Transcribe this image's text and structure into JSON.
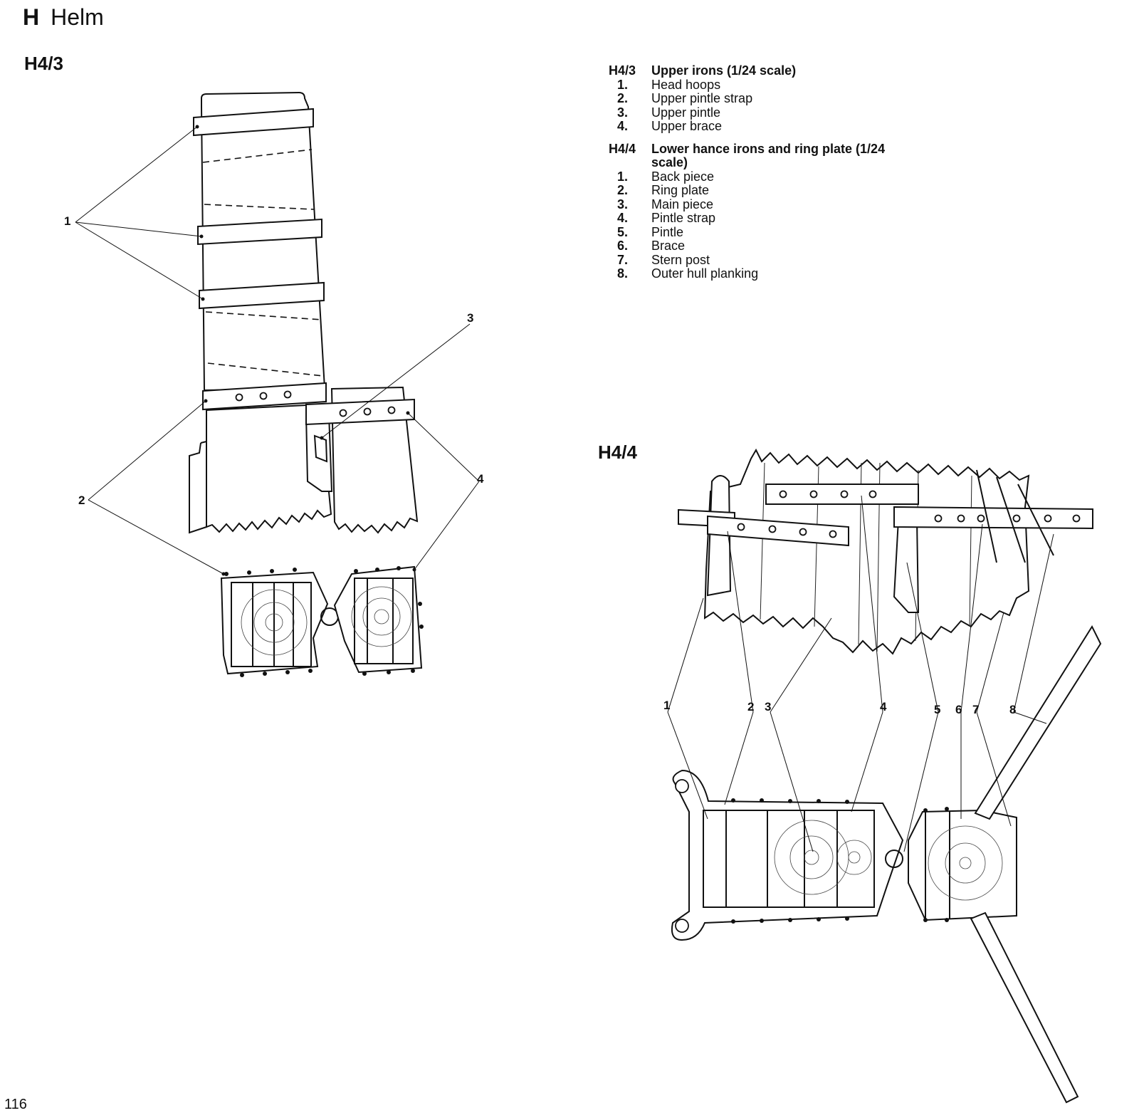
{
  "header": {
    "letter": "H",
    "title": "Helm"
  },
  "figures": {
    "h43": {
      "label": "H4/3",
      "callouts": [
        "1",
        "2",
        "3",
        "4"
      ]
    },
    "h44": {
      "label": "H4/4",
      "callouts": [
        "1",
        "2",
        "3",
        "4",
        "5",
        "6",
        "7",
        "8"
      ]
    }
  },
  "legend": [
    {
      "code": "H4/3",
      "title": "Upper irons (1/24 scale)",
      "items": [
        {
          "num": "1.",
          "label": "Head hoops"
        },
        {
          "num": "2.",
          "label": "Upper pintle strap"
        },
        {
          "num": "3.",
          "label": "Upper pintle"
        },
        {
          "num": "4.",
          "label": "Upper brace"
        }
      ]
    },
    {
      "code": "H4/4",
      "title": "Lower hance irons and ring plate (1/24 scale)",
      "items": [
        {
          "num": "1.",
          "label": "Back piece"
        },
        {
          "num": "2.",
          "label": "Ring plate"
        },
        {
          "num": "3.",
          "label": "Main piece"
        },
        {
          "num": "4.",
          "label": "Pintle strap"
        },
        {
          "num": "5.",
          "label": "Pintle"
        },
        {
          "num": "6.",
          "label": "Brace"
        },
        {
          "num": "7.",
          "label": "Stern post"
        },
        {
          "num": "8.",
          "label": "Outer hull planking"
        }
      ]
    }
  ],
  "page_number": "116"
}
